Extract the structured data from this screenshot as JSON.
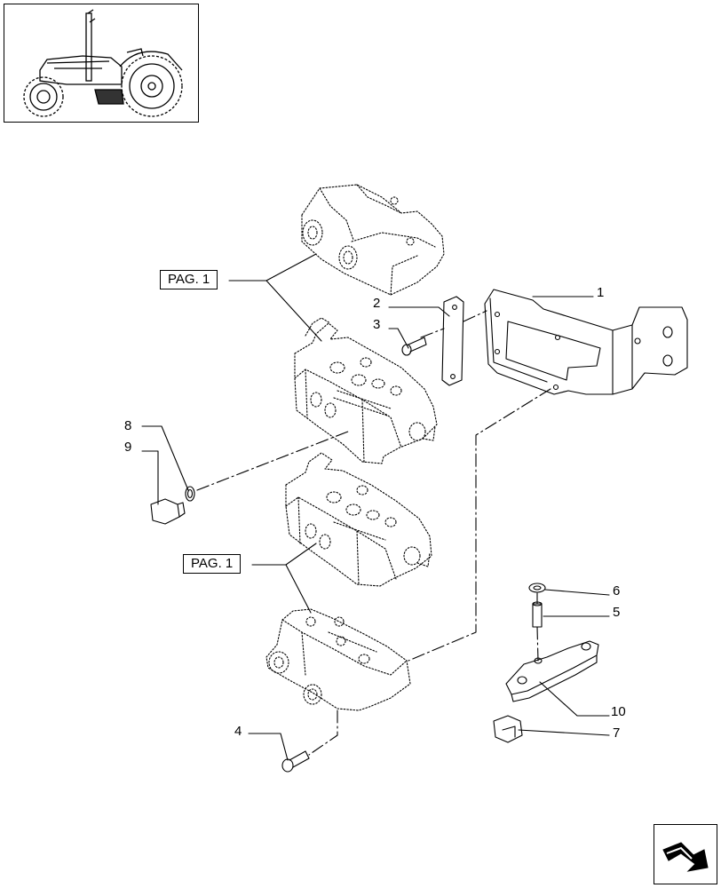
{
  "reference_labels": [
    "PAG. 1",
    "PAG. 1"
  ],
  "callouts": [
    "1",
    "2",
    "3",
    "4",
    "5",
    "6",
    "7",
    "8",
    "9",
    "10"
  ],
  "icons": {
    "thumbnail": "tractor-thumbnail-icon",
    "navigation": "next-page-arrow-icon"
  }
}
